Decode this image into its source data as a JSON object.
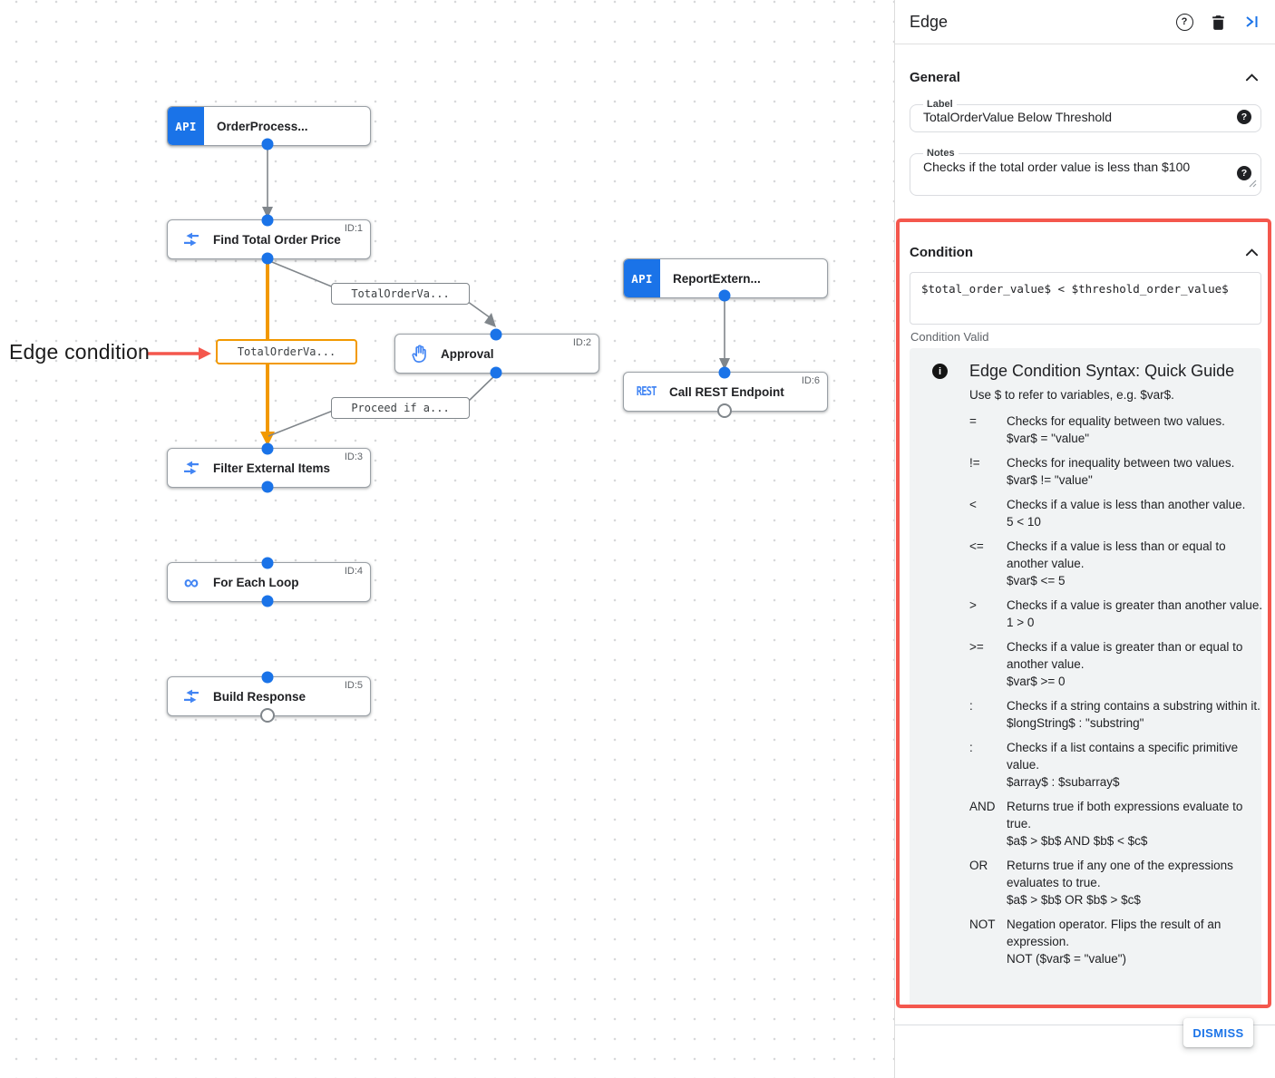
{
  "colors": {
    "accent_blue": "#1a73e8",
    "icon_blue": "#4285f4",
    "edge_highlight_orange": "#f29900",
    "annotation_red": "#f4574d",
    "guide_background": "#f1f3f4"
  },
  "canvas": {
    "annotation": "Edge condition",
    "nodes": {
      "order_process": {
        "badge": "API",
        "label": "OrderProcess..."
      },
      "find_total": {
        "id": "ID:1",
        "label": "Find Total Order Price"
      },
      "approval": {
        "id": "ID:2",
        "label": "Approval"
      },
      "filter_items": {
        "id": "ID:3",
        "label": "Filter External Items"
      },
      "for_each": {
        "id": "ID:4",
        "label": "For Each Loop",
        "icon_glyph": "∞"
      },
      "build_response": {
        "id": "ID:5",
        "label": "Build Response"
      },
      "report_extern": {
        "badge": "API",
        "label": "ReportExtern..."
      },
      "call_rest": {
        "id": "ID:6",
        "icon_glyph": "REST",
        "label": "Call REST Endpoint"
      }
    },
    "edge_labels": {
      "to_approval": "TotalOrderVa...",
      "selected": "TotalOrderVa...",
      "from_approval": "Proceed if a..."
    }
  },
  "panel": {
    "title": "Edge",
    "icons": [
      "help-icon",
      "delete-icon",
      "collapse-panel-icon"
    ],
    "general": {
      "heading": "General",
      "label_field": {
        "label": "Label",
        "value": "TotalOrderValue Below Threshold"
      },
      "notes_field": {
        "label": "Notes",
        "value": "Checks if the total order value is less than $100"
      }
    },
    "condition": {
      "heading": "Condition",
      "expression": "$total_order_value$ < $threshold_order_value$",
      "status": "Condition Valid",
      "guide": {
        "title": "Edge Condition Syntax: Quick Guide",
        "intro": "Use $ to refer to variables, e.g. $var$.",
        "rows": [
          {
            "op": "=",
            "desc": "Checks for equality between two values.",
            "example": "$var$ = \"value\""
          },
          {
            "op": "!=",
            "desc": "Checks for inequality between two values.",
            "example": "$var$ != \"value\""
          },
          {
            "op": "<",
            "desc": "Checks if a value is less than another value.",
            "example": "5 < 10"
          },
          {
            "op": "<=",
            "desc": "Checks if a value is less than or equal to another value.",
            "example": "$var$ <= 5"
          },
          {
            "op": ">",
            "desc": "Checks if a value is greater than another value.",
            "example": "1 > 0"
          },
          {
            "op": ">=",
            "desc": "Checks if a value is greater than or equal to another value.",
            "example": "$var$ >= 0"
          },
          {
            "op": ":",
            "desc": "Checks if a string contains a substring within it.",
            "example": "$longString$ : \"substring\""
          },
          {
            "op": ":",
            "desc": "Checks if a list contains a specific primitive value.",
            "example": "$array$ : $subarray$"
          },
          {
            "op": "AND",
            "desc": "Returns true if both expressions evaluate to true.",
            "example": "$a$ > $b$ AND $b$ < $c$"
          },
          {
            "op": "OR",
            "desc": "Returns true if any one of the expressions evaluates to true.",
            "example": "$a$ > $b$ OR $b$ > $c$"
          },
          {
            "op": "NOT",
            "desc": "Negation operator. Flips the result of an expression.",
            "example": "NOT ($var$ = \"value\")"
          }
        ]
      }
    },
    "dismiss_label": "DISMISS"
  }
}
